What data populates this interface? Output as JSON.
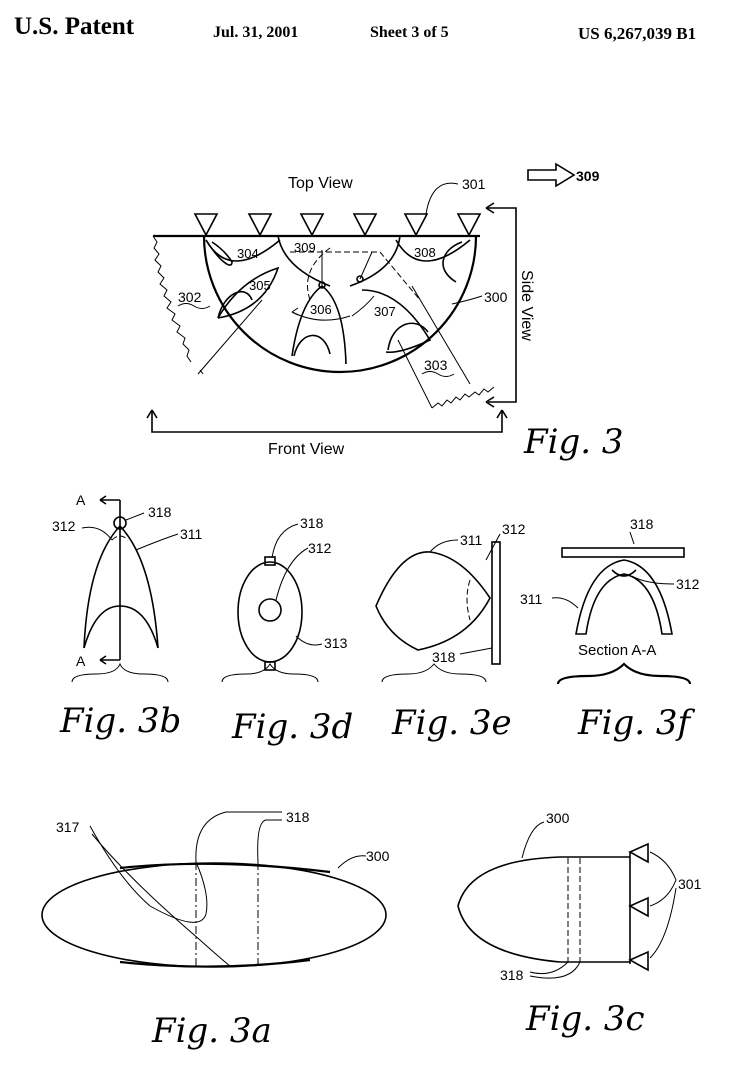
{
  "header": {
    "left": "U.S. Patent",
    "date": "Jul. 31, 2001",
    "sheet": "Sheet 3 of 5",
    "number": "US 6,267,039 B1"
  },
  "fig3": {
    "caption": "Fig. 3",
    "top_view": "Top View",
    "side_view": "Side View",
    "front_view": "Front View",
    "labels": {
      "l301": "301",
      "l302": "302",
      "l303": "303",
      "l304": "304",
      "l305": "305",
      "l306": "306",
      "l307": "307",
      "l308": "308",
      "l309": "309",
      "l309_arrow": "309",
      "l300": "300"
    }
  },
  "fig3b": {
    "caption": "Fig. 3b",
    "labels": {
      "a_top": "A",
      "a_bottom": "A",
      "l318": "318",
      "l312": "312",
      "l311": "311"
    }
  },
  "fig3d": {
    "caption": "Fig. 3d",
    "labels": {
      "l318": "318",
      "l312": "312",
      "l313": "313"
    }
  },
  "fig3e": {
    "caption": "Fig. 3e",
    "labels": {
      "l311": "311",
      "l312": "312",
      "l318": "318"
    }
  },
  "fig3f": {
    "caption": "Fig. 3f",
    "section": "Section A-A",
    "labels": {
      "l318": "318",
      "l311": "311",
      "l312": "312"
    }
  },
  "fig3a": {
    "caption": "Fig. 3a",
    "labels": {
      "l317": "317",
      "l318": "318",
      "l300": "300"
    }
  },
  "fig3c": {
    "caption": "Fig. 3c",
    "labels": {
      "l300": "300",
      "l301": "301",
      "l318": "318"
    }
  }
}
